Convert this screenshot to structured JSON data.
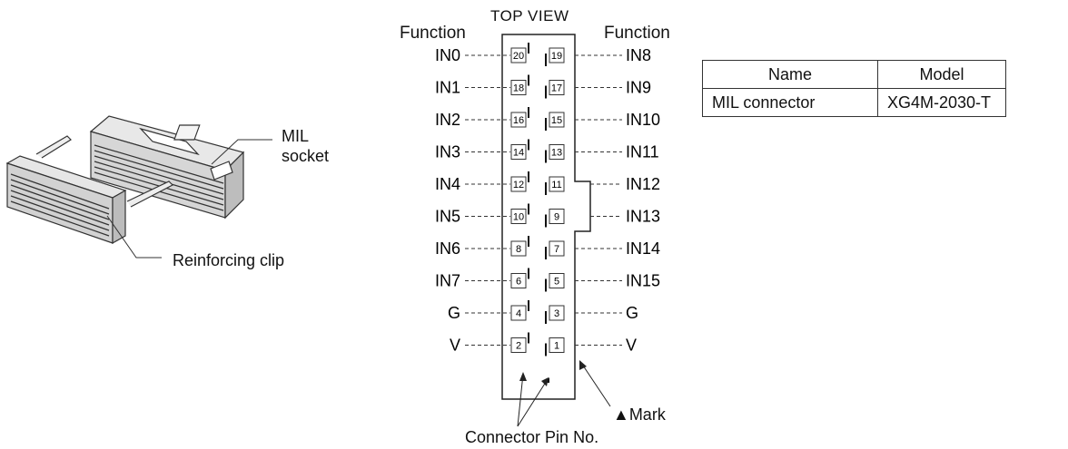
{
  "socket_label_line1": "MIL",
  "socket_label_line2": "socket",
  "clip_label": "Reinforcing clip",
  "top_view": "TOP  VIEW",
  "function_left": "Function",
  "function_right": "Function",
  "mark_label": "▲Mark",
  "pin_no_label": "Connector Pin No.",
  "left_signals": [
    "IN0",
    "IN1",
    "IN2",
    "IN3",
    "IN4",
    "IN5",
    "IN6",
    "IN7",
    "G",
    "V"
  ],
  "right_signals": [
    "IN8",
    "IN9",
    "IN10",
    "IN11",
    "IN12",
    "IN13",
    "IN14",
    "IN15",
    "G",
    "V"
  ],
  "left_pins": [
    "20",
    "18",
    "16",
    "14",
    "12",
    "10",
    "8",
    "6",
    "4",
    "2"
  ],
  "right_pins": [
    "19",
    "17",
    "15",
    "13",
    "11",
    "9",
    "7",
    "5",
    "3",
    "1"
  ],
  "table": {
    "headers": [
      "Name",
      "Model"
    ],
    "rows": [
      [
        "MIL connector",
        "XG4M-2030-T"
      ]
    ]
  }
}
